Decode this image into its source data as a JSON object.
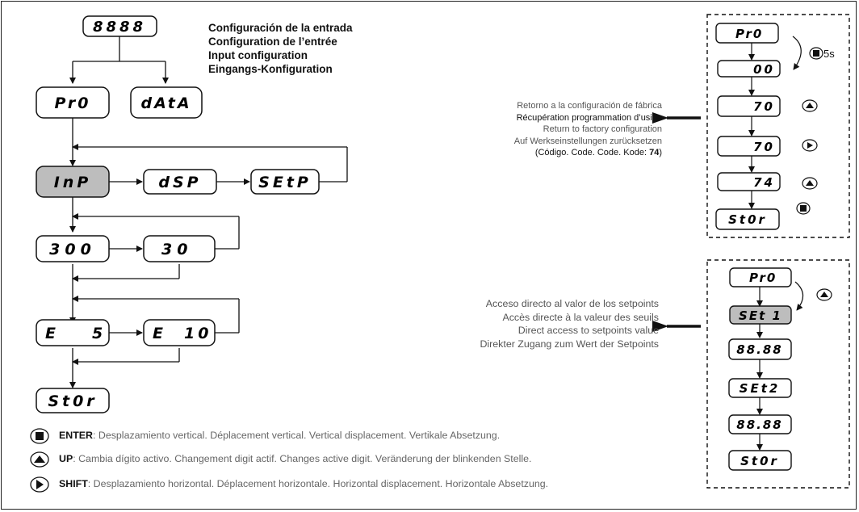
{
  "header": {
    "title_es": "Configuración de la entrada",
    "title_fr": "Configuration de l’entrée",
    "title_en": "Input configuration",
    "title_de": "Eingangs-Konfiguration"
  },
  "displays": {
    "start": "8888",
    "pro": "Pr0",
    "data": "dAtA",
    "inp": "InP",
    "dsp": "dSP",
    "setp": "SEtP",
    "r300": "300",
    "r30": "30",
    "e5_a": "E",
    "e5_b": "5",
    "e10_a": "E",
    "e10_b": "10",
    "stor": "St0r"
  },
  "factory_panel": {
    "d_pro": "Pr0",
    "d_00": "00",
    "d_70a": "70",
    "d_70b": "70",
    "d_74": "74",
    "d_stor": "St0r",
    "time_label": "5s",
    "desc_es": "Retorno a la configuración de fábrica",
    "desc_fr": "Récupération programmation d’usine",
    "desc_en": "Return to factory configuration",
    "desc_de": "Auf Werkseinstellungen zurücksetzen",
    "code_text": "(Código. Code. Code. Kode: ",
    "code_value": "74",
    "code_close": ")"
  },
  "setpoint_panel": {
    "d_pro": "Pr0",
    "d_set1": "SEt 1",
    "d_val1": "88.88",
    "d_set2": "SEt2",
    "d_val2": "88.88",
    "d_stor": "St0r",
    "desc_es": "Acceso directo al valor de los setpoints",
    "desc_fr": "Accès directe à la valeur des seuils",
    "desc_en": "Direct access to setpoints value",
    "desc_de": "Direkter Zugang zum Wert der Setpoints"
  },
  "legend": {
    "enter_key": "ENTER",
    "enter_text": ": Desplazamiento vertical. Déplacement vertical. Vertical displacement. Vertikale Absetzung.",
    "up_key": "UP",
    "up_text": ": Cambia dígito activo. Changement digit actif. Changes active digit. Veränderung der blinkenden Stelle.",
    "shift_key": "SHIFT",
    "shift_text": ": Desplazamiento horizontal. Déplacement horizontale. Horizontal displacement. Horizontale Absetzung."
  },
  "icons": {
    "enter": "stop-square-icon",
    "up": "up-triangle-icon",
    "shift": "right-triangle-icon"
  },
  "colors": {
    "highlight_fill": "#bdbdbd",
    "line": "#111111",
    "muted_text": "#666666"
  }
}
